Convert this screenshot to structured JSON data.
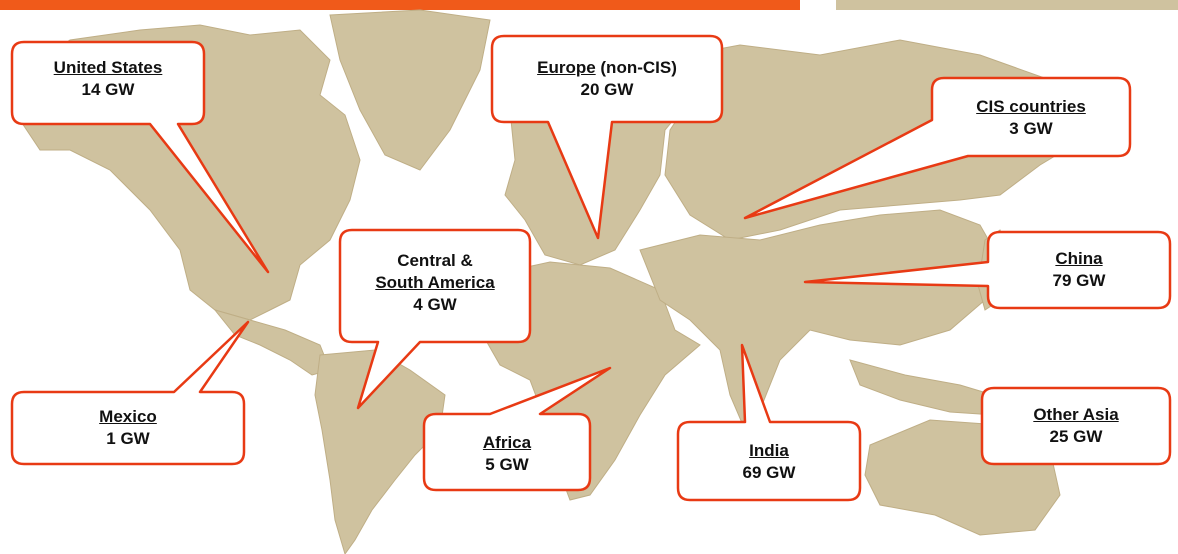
{
  "callouts": {
    "united_states": {
      "region": "United States",
      "capacity": "14 GW"
    },
    "europe": {
      "region": "Europe",
      "suffix": " (non-CIS)",
      "capacity": "20 GW"
    },
    "cis": {
      "region": "CIS countries",
      "capacity": "3 GW"
    },
    "china": {
      "region": "China",
      "capacity": "79 GW"
    },
    "central_south_america": {
      "line1": "Central &",
      "line2": "South America",
      "capacity": "4 GW"
    },
    "mexico": {
      "region": "Mexico",
      "capacity": "1 GW"
    },
    "africa": {
      "region": "Africa",
      "capacity": "5 GW"
    },
    "india": {
      "region": "India",
      "capacity": "69 GW"
    },
    "other_asia": {
      "region": "Other Asia",
      "capacity": "25 GW"
    }
  },
  "colors": {
    "land": "#cfc29f",
    "callout_border": "#e83a14",
    "top_bar": "#f05a1a"
  }
}
